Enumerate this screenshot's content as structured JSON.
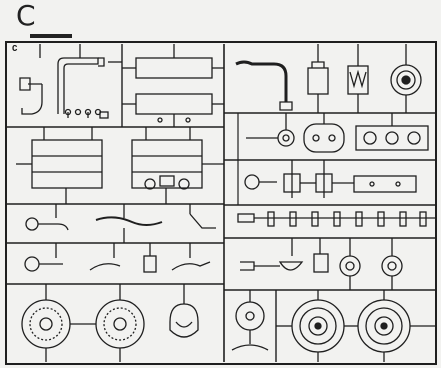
{
  "sheet": {
    "letter": "C",
    "frame_tag": "C"
  },
  "colors": {
    "ink": "#1f1f1f",
    "paper": "#f2f2f0",
    "bar": "#333333"
  },
  "cells": [
    {
      "name": "cell-exhaust-pipes"
    },
    {
      "name": "cell-side-plates"
    },
    {
      "name": "cell-hose-and-seats"
    },
    {
      "name": "cell-fenders"
    },
    {
      "name": "cell-small-caps"
    },
    {
      "name": "cell-brackets-and-blocks"
    },
    {
      "name": "cell-levers-row-1"
    },
    {
      "name": "cell-bolts-row"
    },
    {
      "name": "cell-levers-row-2"
    },
    {
      "name": "cell-lamp-parts"
    },
    {
      "name": "cell-brake-discs"
    },
    {
      "name": "cell-small-wheel"
    },
    {
      "name": "cell-wheel-hubs"
    }
  ]
}
